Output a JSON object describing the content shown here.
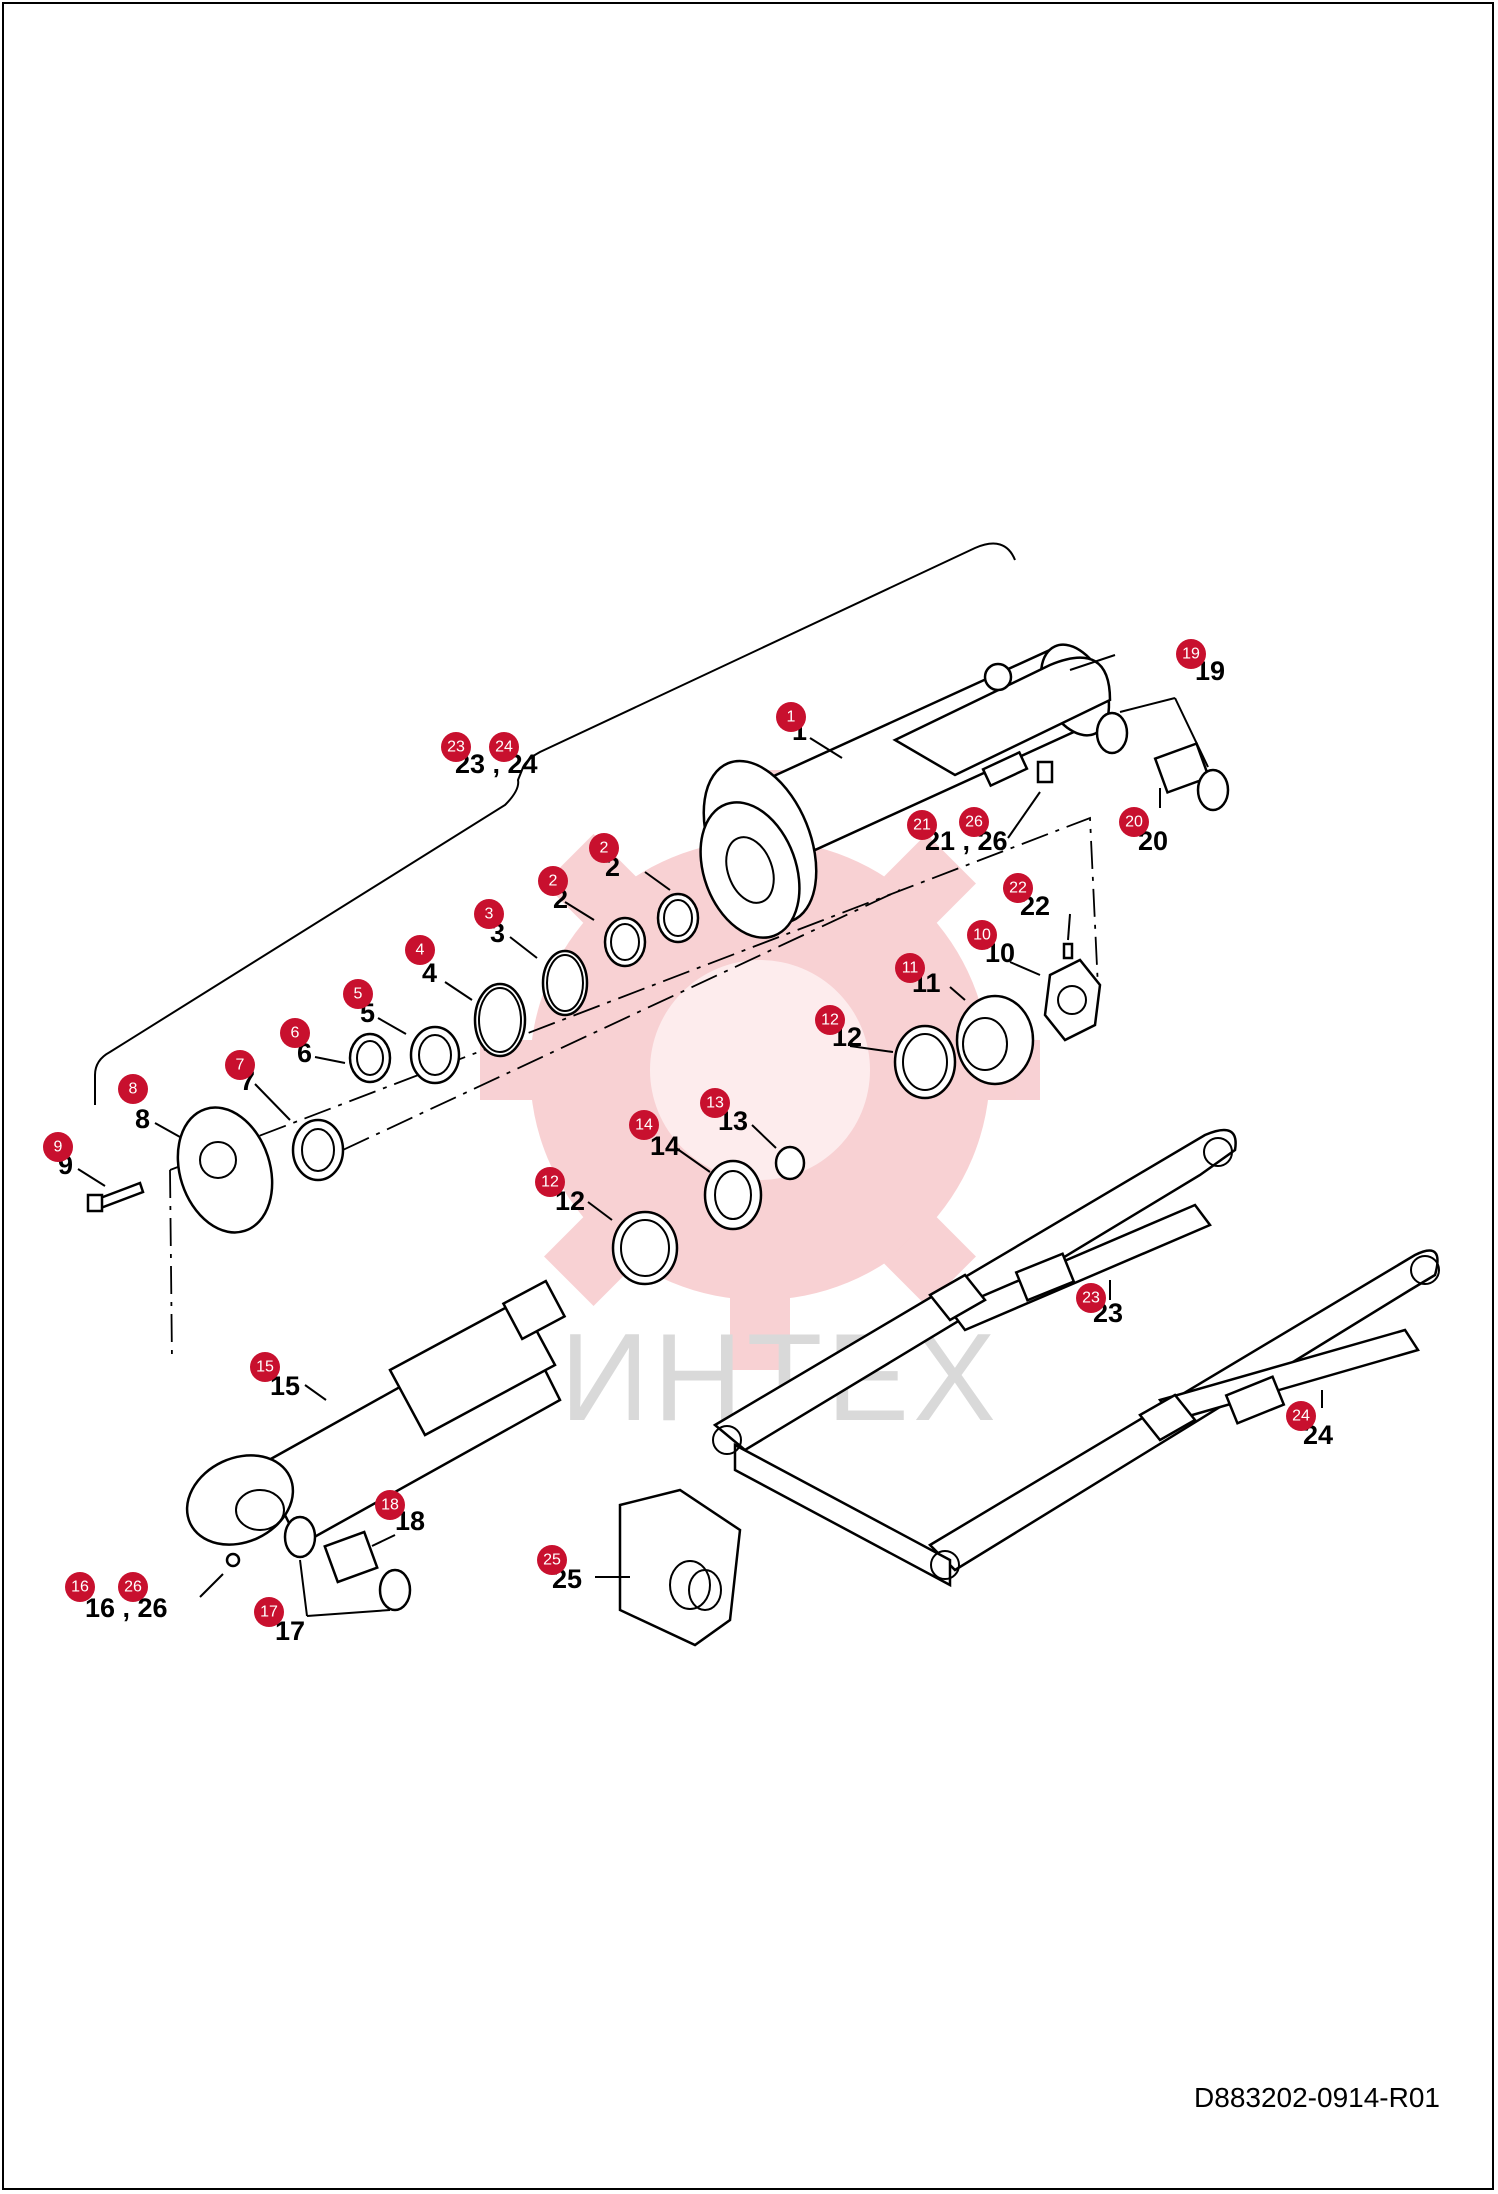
{
  "document": {
    "code": "D883202-0914-R01"
  },
  "watermark": {
    "text": "ИНТЕХ",
    "color": "#f7c9cc"
  },
  "colors": {
    "marker": "#c8102e",
    "line": "#000000",
    "background": "#ffffff"
  },
  "labels": {
    "l1": "1",
    "l2a": "2",
    "l2b": "2",
    "l3": "3",
    "l4": "4",
    "l5": "5",
    "l6": "6",
    "l7": "7",
    "l8": "8",
    "l9": "9",
    "l10": "10",
    "l11": "11",
    "l12a": "12",
    "l12b": "12",
    "l13": "13",
    "l14": "14",
    "l15": "15",
    "l16": "16 , 26",
    "l17": "17",
    "l18": "18",
    "l19": "19",
    "l20": "20",
    "l21": "21 , 26",
    "l22": "22",
    "l23top": "23 , 24",
    "l23": "23",
    "l24": "24",
    "l25": "25"
  },
  "markers": {
    "m1": "1",
    "m2a": "2",
    "m2b": "2",
    "m3": "3",
    "m4": "4",
    "m5": "5",
    "m6": "6",
    "m7": "7",
    "m8": "8",
    "m9": "9",
    "m10": "10",
    "m11": "11",
    "m12a": "12",
    "m12b": "12",
    "m13": "13",
    "m14": "14",
    "m15": "15",
    "m16": "16",
    "m16b": "26",
    "m17": "17",
    "m18": "18",
    "m19": "19",
    "m20": "20",
    "m21": "21",
    "m21b": "26",
    "m22": "22",
    "m23a": "23",
    "m24a": "24",
    "m23": "23",
    "m24": "24",
    "m25": "25"
  }
}
